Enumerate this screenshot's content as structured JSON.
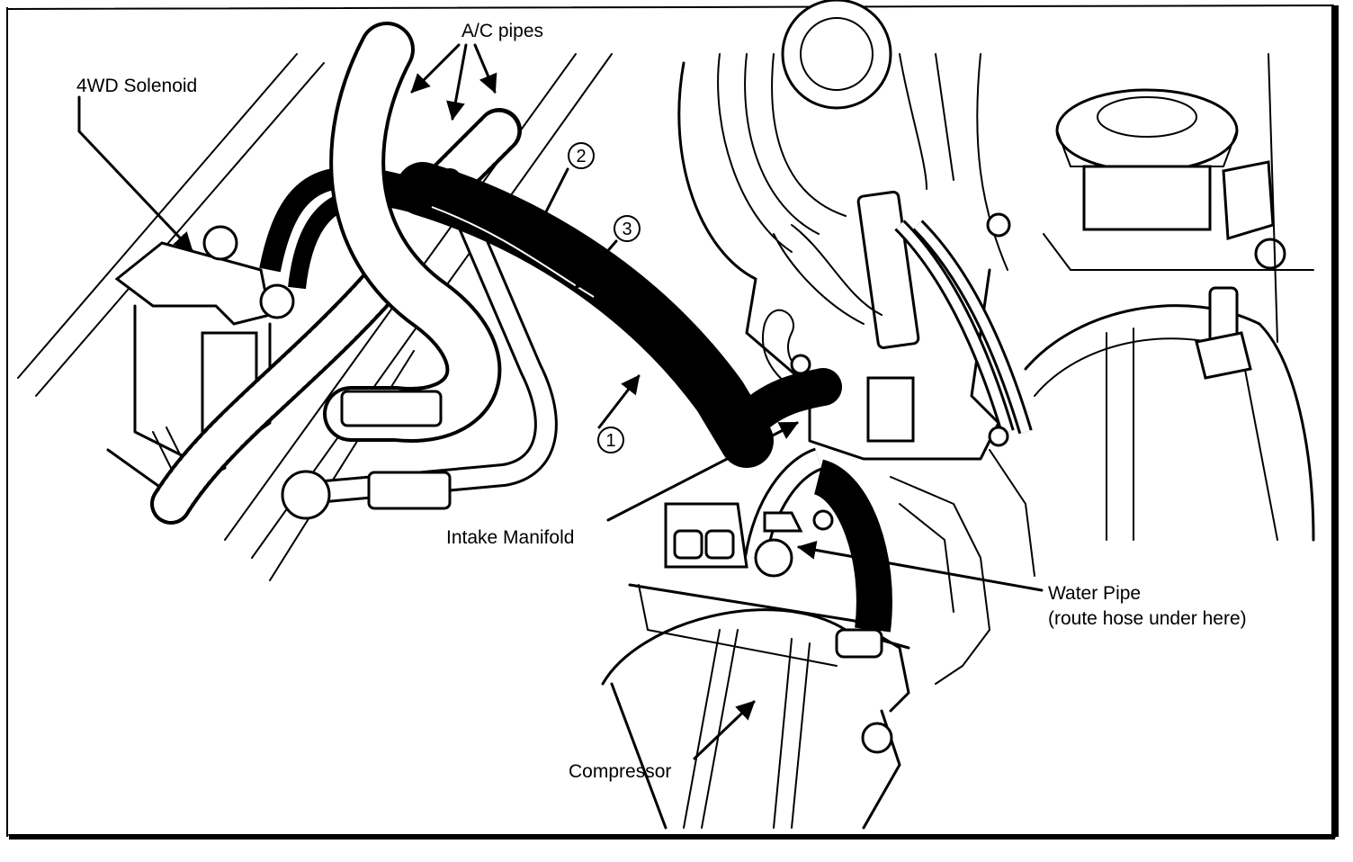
{
  "labels": {
    "ac_pipes": "A/C pipes",
    "solenoid": "4WD Solenoid",
    "intake": "Intake Manifold",
    "water_pipe_1": "Water Pipe",
    "water_pipe_2": "(route hose under here)",
    "compressor": "Compressor"
  },
  "callouts": {
    "one": "1",
    "two": "2",
    "three": "3"
  }
}
